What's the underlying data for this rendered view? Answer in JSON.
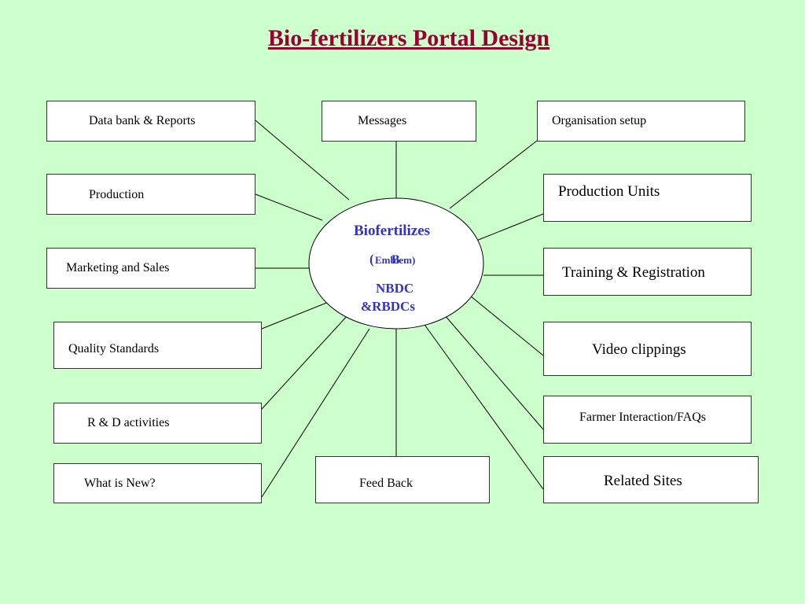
{
  "title": "Bio-fertilizers Portal Design",
  "hub": {
    "line1": "Biofertilizes",
    "paren": "(",
    "glyph": "B",
    "emblem": "Emblem)",
    "line3": "NBDC",
    "line4": "&RBDCs"
  },
  "nodes": {
    "data_bank": "Data bank & Reports",
    "production": "Production",
    "marketing": "Marketing and  Sales",
    "quality": "Quality Standards",
    "rnd": "R & D activities",
    "whats_new": "What is New?",
    "messages": "Messages",
    "feedback": "Feed Back",
    "org_setup": "Organisation setup",
    "prod_units": "Production Units",
    "training": "Training & Registration",
    "video": "Video clippings",
    "farmer": "Farmer Interaction/FAQs",
    "related": "Related Sites"
  },
  "colors": {
    "background": "#ccffcc",
    "title": "#990033",
    "hub_text": "#3333cc"
  }
}
